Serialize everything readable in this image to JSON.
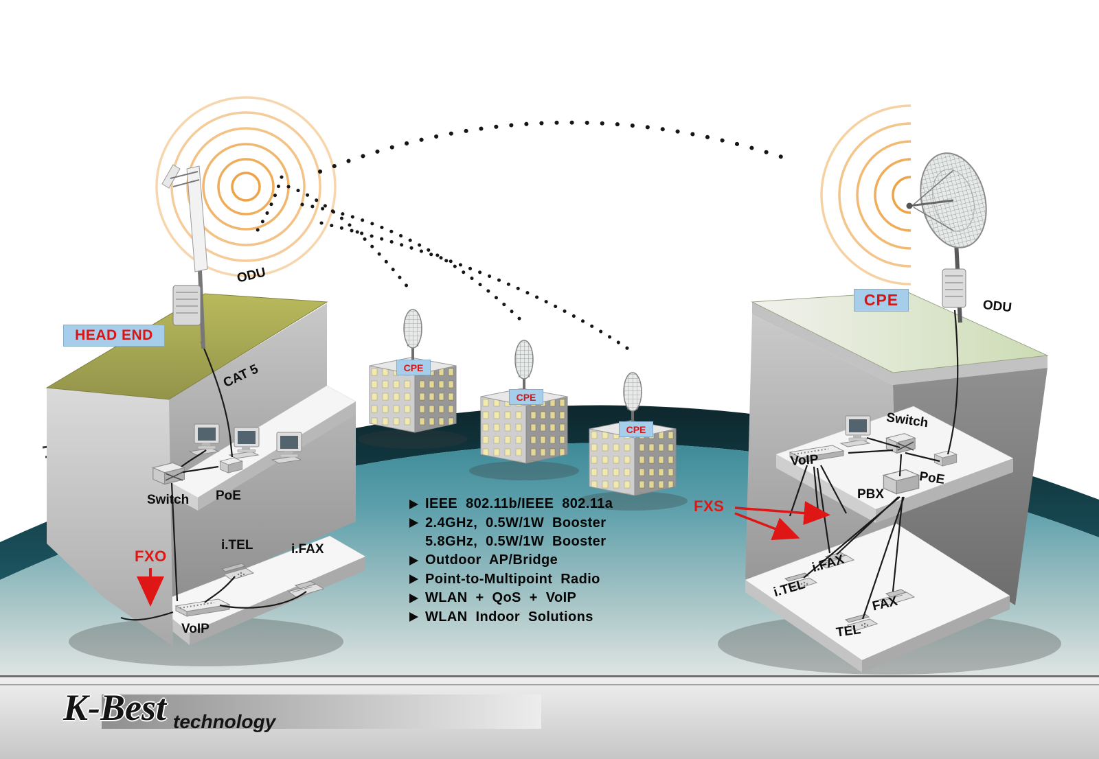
{
  "chips": {
    "head_end": "HEAD END",
    "cpe_main": "CPE",
    "cpe_small": [
      "CPE",
      "CPE",
      "CPE"
    ]
  },
  "labels": {
    "odu_left": "ODU",
    "odu_right": "ODU",
    "cat5": "CAT 5",
    "switch_left": "Switch",
    "poe_left": "PoE",
    "itel_left": "i.TEL",
    "ifax_left": "i.FAX",
    "voip_left": "VoIP",
    "fxo": "FXO",
    "switch_right": "Switch",
    "voip_right": "VoIP",
    "poe_right": "PoE",
    "pbx": "PBX",
    "fxs": "FXS",
    "ifax_right": "i.FAX",
    "itel_right": "i.TEL",
    "fax_right": "FAX",
    "tel_right": "TEL"
  },
  "features": {
    "bullet_char": "➤",
    "items": [
      "IEEE  802.11b/IEEE  802.11a",
      "2.4GHz,  0.5W/1W  Booster",
      "5.8GHz,  0.5W/1W  Booster",
      "Outdoor  AP/Bridge",
      "Point-to-Multipoint  Radio",
      "WLAN  +  QoS  +  VoIP",
      "WLAN  Indoor  Solutions"
    ]
  },
  "logo": {
    "brand": "K-Best",
    "subtitle": "technology"
  },
  "colors": {
    "wave_orange": "#ec9e3c",
    "accent_red": "#de1616",
    "chip_blue": "#a6cde9",
    "ground_teal": "#2e7e8d",
    "roof_olive": "#aaab52"
  }
}
